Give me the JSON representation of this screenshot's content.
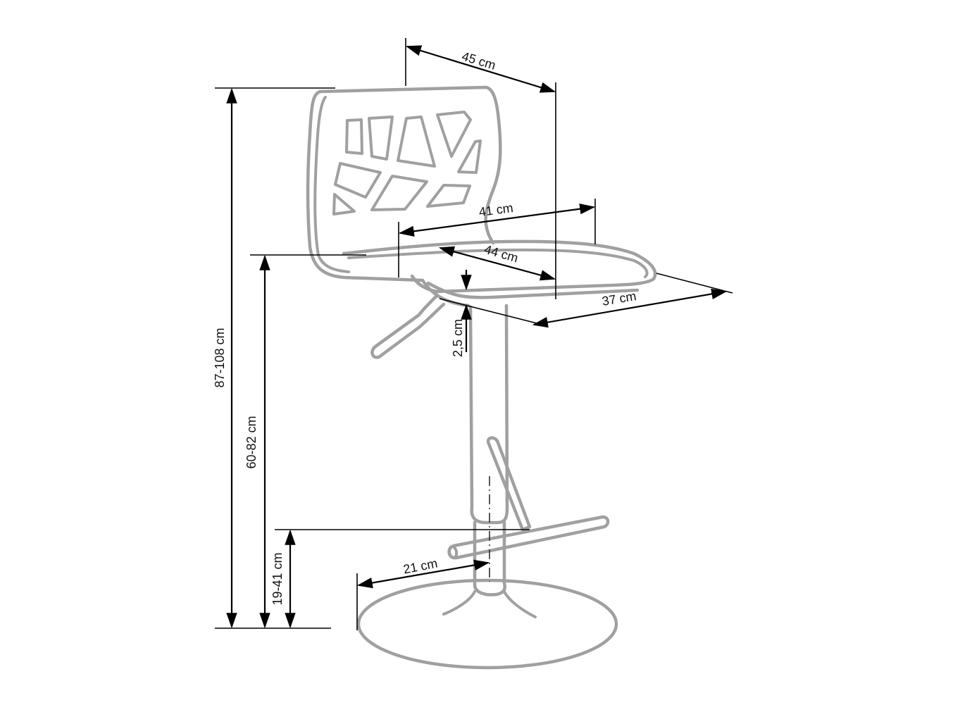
{
  "diagram": {
    "subject": "Bar stool dimension drawing",
    "colors": {
      "outline": "#a0a0a0",
      "dimension_lines": "#000000",
      "background": "#ffffff"
    },
    "dimensions": {
      "backrest_width": "45 cm",
      "seat_width": "41 cm",
      "seat_depth": "44 cm",
      "seat_front_depth": "37 cm",
      "seat_thickness": "2,5 cm",
      "total_height": "87-108 cm",
      "seat_height": "60-82 cm",
      "footrest_height": "19-41 cm",
      "base_radius": "21 cm"
    }
  }
}
